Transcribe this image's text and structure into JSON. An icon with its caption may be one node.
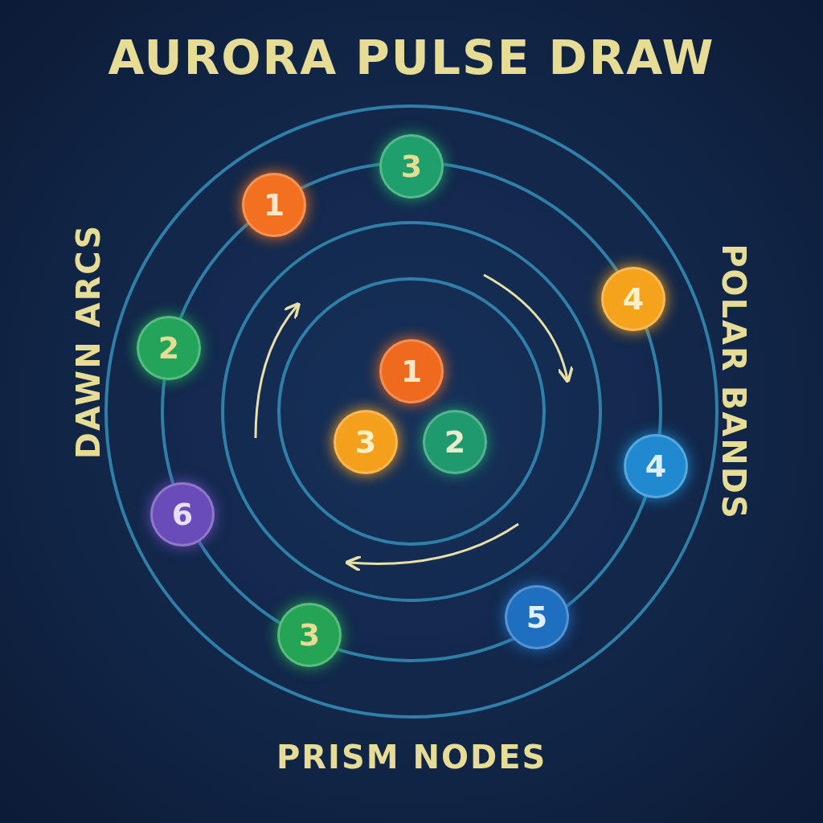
{
  "diagram": {
    "title": "AURORA PULSE DRAW",
    "nodes": [
      {
        "text": [
          "3"
        ]
      },
      {
        "text": [
          "1"
        ]
      },
      {
        "text": [
          "4"
        ]
      },
      {
        "text": [
          "2"
        ]
      },
      {
        "text": [
          "1"
        ]
      },
      {
        "text": [
          "3"
        ]
      },
      {
        "text": [
          "2"
        ]
      },
      {
        "text": [
          "4"
        ]
      },
      {
        "text": [
          "6"
        ]
      },
      {
        "text": [
          "5"
        ]
      },
      {
        "text": [
          "3"
        ]
      }
    ],
    "labels": [
      "DAWN ARCS",
      "POLAR BANDS",
      "PRISM NODES"
    ]
  }
}
